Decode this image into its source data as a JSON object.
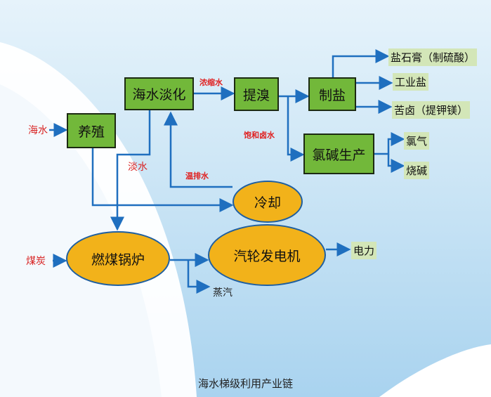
{
  "title": "海水梯级利用产业链",
  "boxes": {
    "aquaculture": "养殖",
    "desalination": "海水淡化",
    "bromine": "提溴",
    "salt": "制盐",
    "chlor_alkali": "氯碱生产"
  },
  "ellipses": {
    "cooling": "冷却",
    "generator": "汽轮发电机",
    "boiler": "燃煤锅炉"
  },
  "outputs": {
    "gypsum": "盐石膏（制硫酸）",
    "industrial_salt": "工业盐",
    "bittern": "苦卤（提钾镁）",
    "chlorine": "氯气",
    "caustic_soda": "烧碱",
    "power": "电力"
  },
  "labels": {
    "seawater": "海水",
    "coal": "煤炭",
    "steam": "蒸汽",
    "fresh_water": "淡水",
    "concentrated_water": "浓缩水",
    "saturated_brine": "饱和卤水",
    "warm_discharge": "温排水"
  }
}
